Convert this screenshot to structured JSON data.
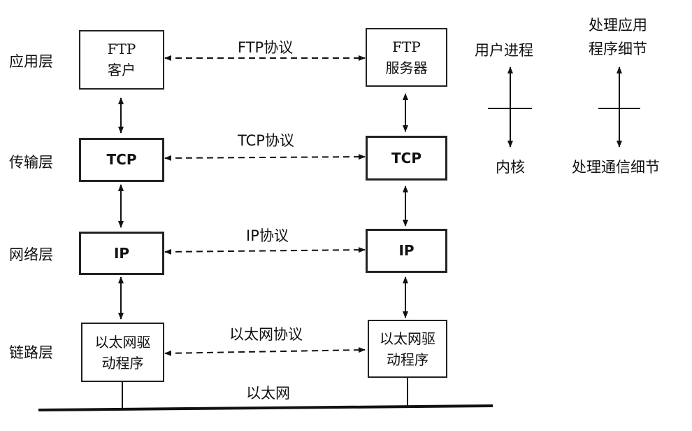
{
  "layers": {
    "application": "应用层",
    "transport": "传输层",
    "network": "网络层",
    "link": "链路层"
  },
  "left": {
    "ftp_line1": "FTP",
    "ftp_line2": "客户",
    "tcp": "TCP",
    "ip": "IP",
    "driver_line1": "以太网驱",
    "driver_line2": "动程序"
  },
  "right": {
    "ftp_line1": "FTP",
    "ftp_line2": "服务器",
    "tcp": "TCP",
    "ip": "IP",
    "driver_line1": "以太网驱",
    "driver_line2": "动程序"
  },
  "protocols": {
    "ftp": "FTP协议",
    "tcp": "TCP协议",
    "ip": "IP协议",
    "ethernet": "以太网协议"
  },
  "network_label": "以太网",
  "legend1": {
    "top": "用户进程",
    "bottom": "内核"
  },
  "legend2": {
    "top_line1": "处理应用",
    "top_line2": "程序细节",
    "bottom": "处理通信细节"
  }
}
